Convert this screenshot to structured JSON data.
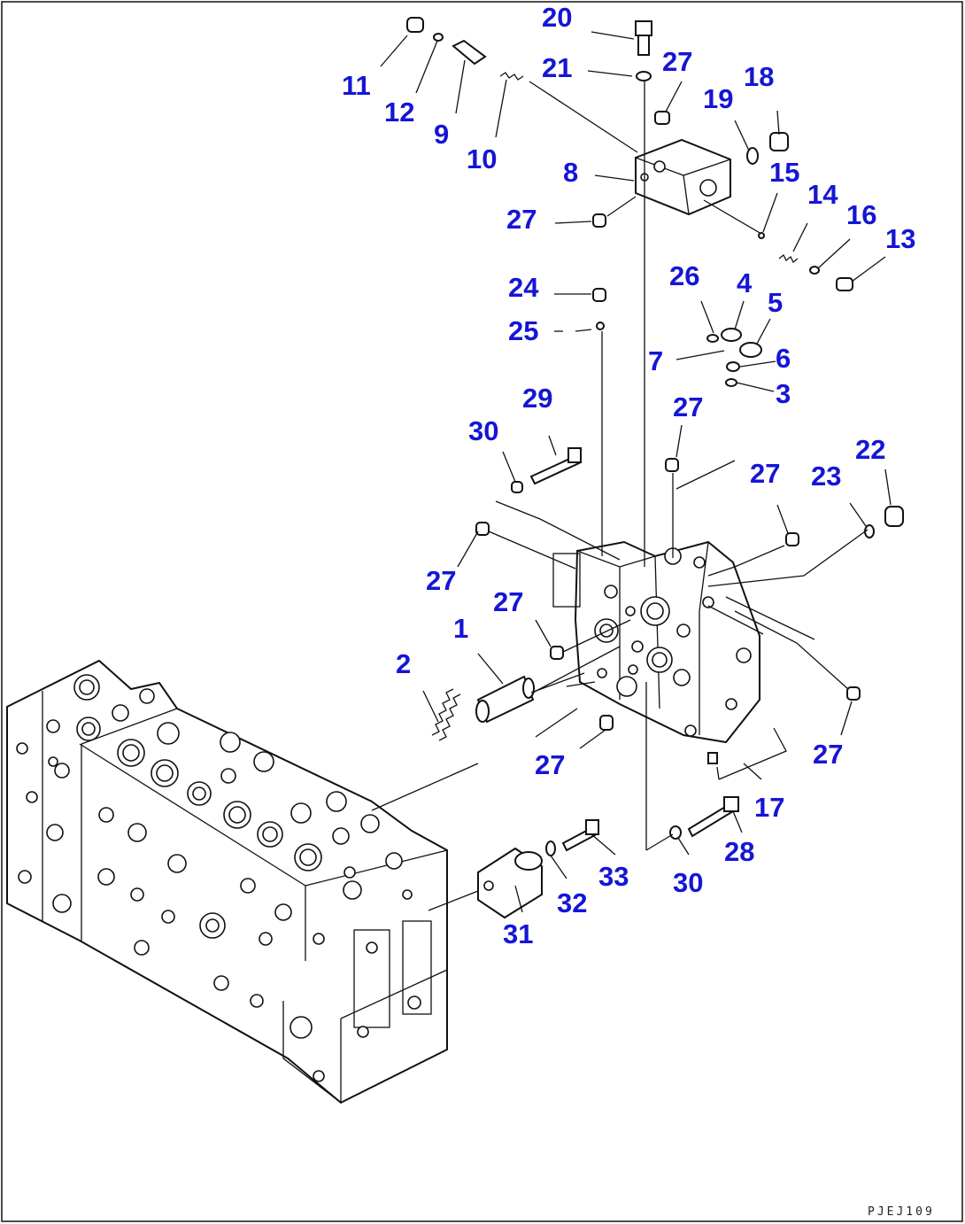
{
  "diagram": {
    "drawing_code": "PJEJ109",
    "callouts": [
      "1",
      "2",
      "3",
      "4",
      "5",
      "6",
      "7",
      "8",
      "9",
      "10",
      "11",
      "12",
      "13",
      "14",
      "15",
      "16",
      "17",
      "18",
      "19",
      "20",
      "21",
      "22",
      "23",
      "24",
      "25",
      "26",
      "27",
      "27",
      "27",
      "27",
      "27",
      "27",
      "27",
      "27",
      "28",
      "29",
      "30",
      "30",
      "31",
      "32",
      "33"
    ]
  }
}
